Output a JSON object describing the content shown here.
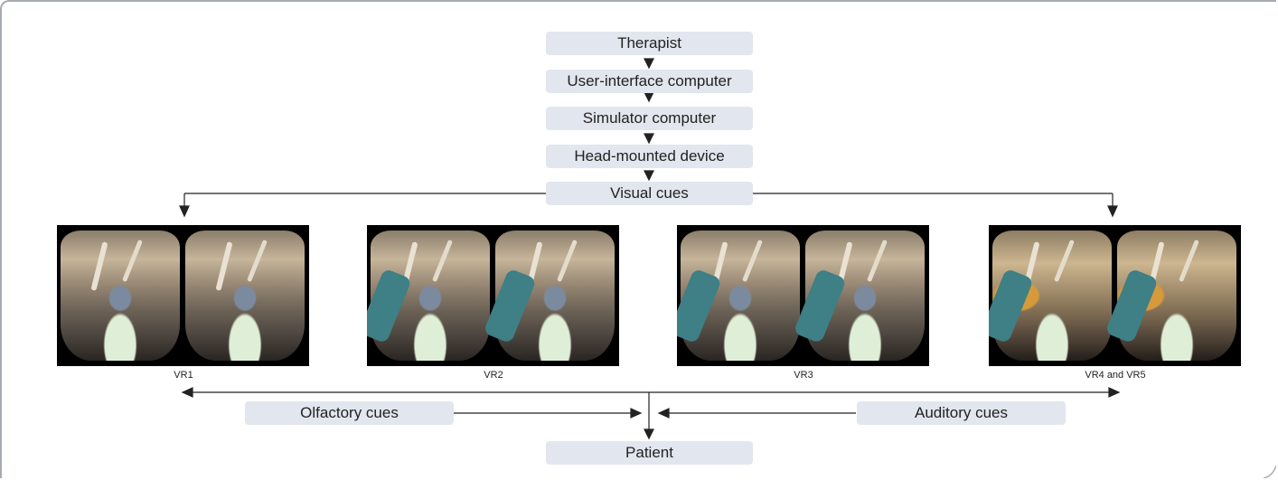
{
  "chain": [
    "Therapist",
    "User-interface computer",
    "Simulator computer",
    "Head-mounted device",
    "Visual cues"
  ],
  "captions": [
    "VR1",
    "VR2",
    "VR3",
    "VR4 and VR5"
  ],
  "olfactory": "Olfactory cues",
  "auditory": "Auditory cues",
  "patient": "Patient",
  "colors": {
    "box_fill": "#e2e6ee",
    "frame": "#a6abb3",
    "arrow": "#222222"
  }
}
